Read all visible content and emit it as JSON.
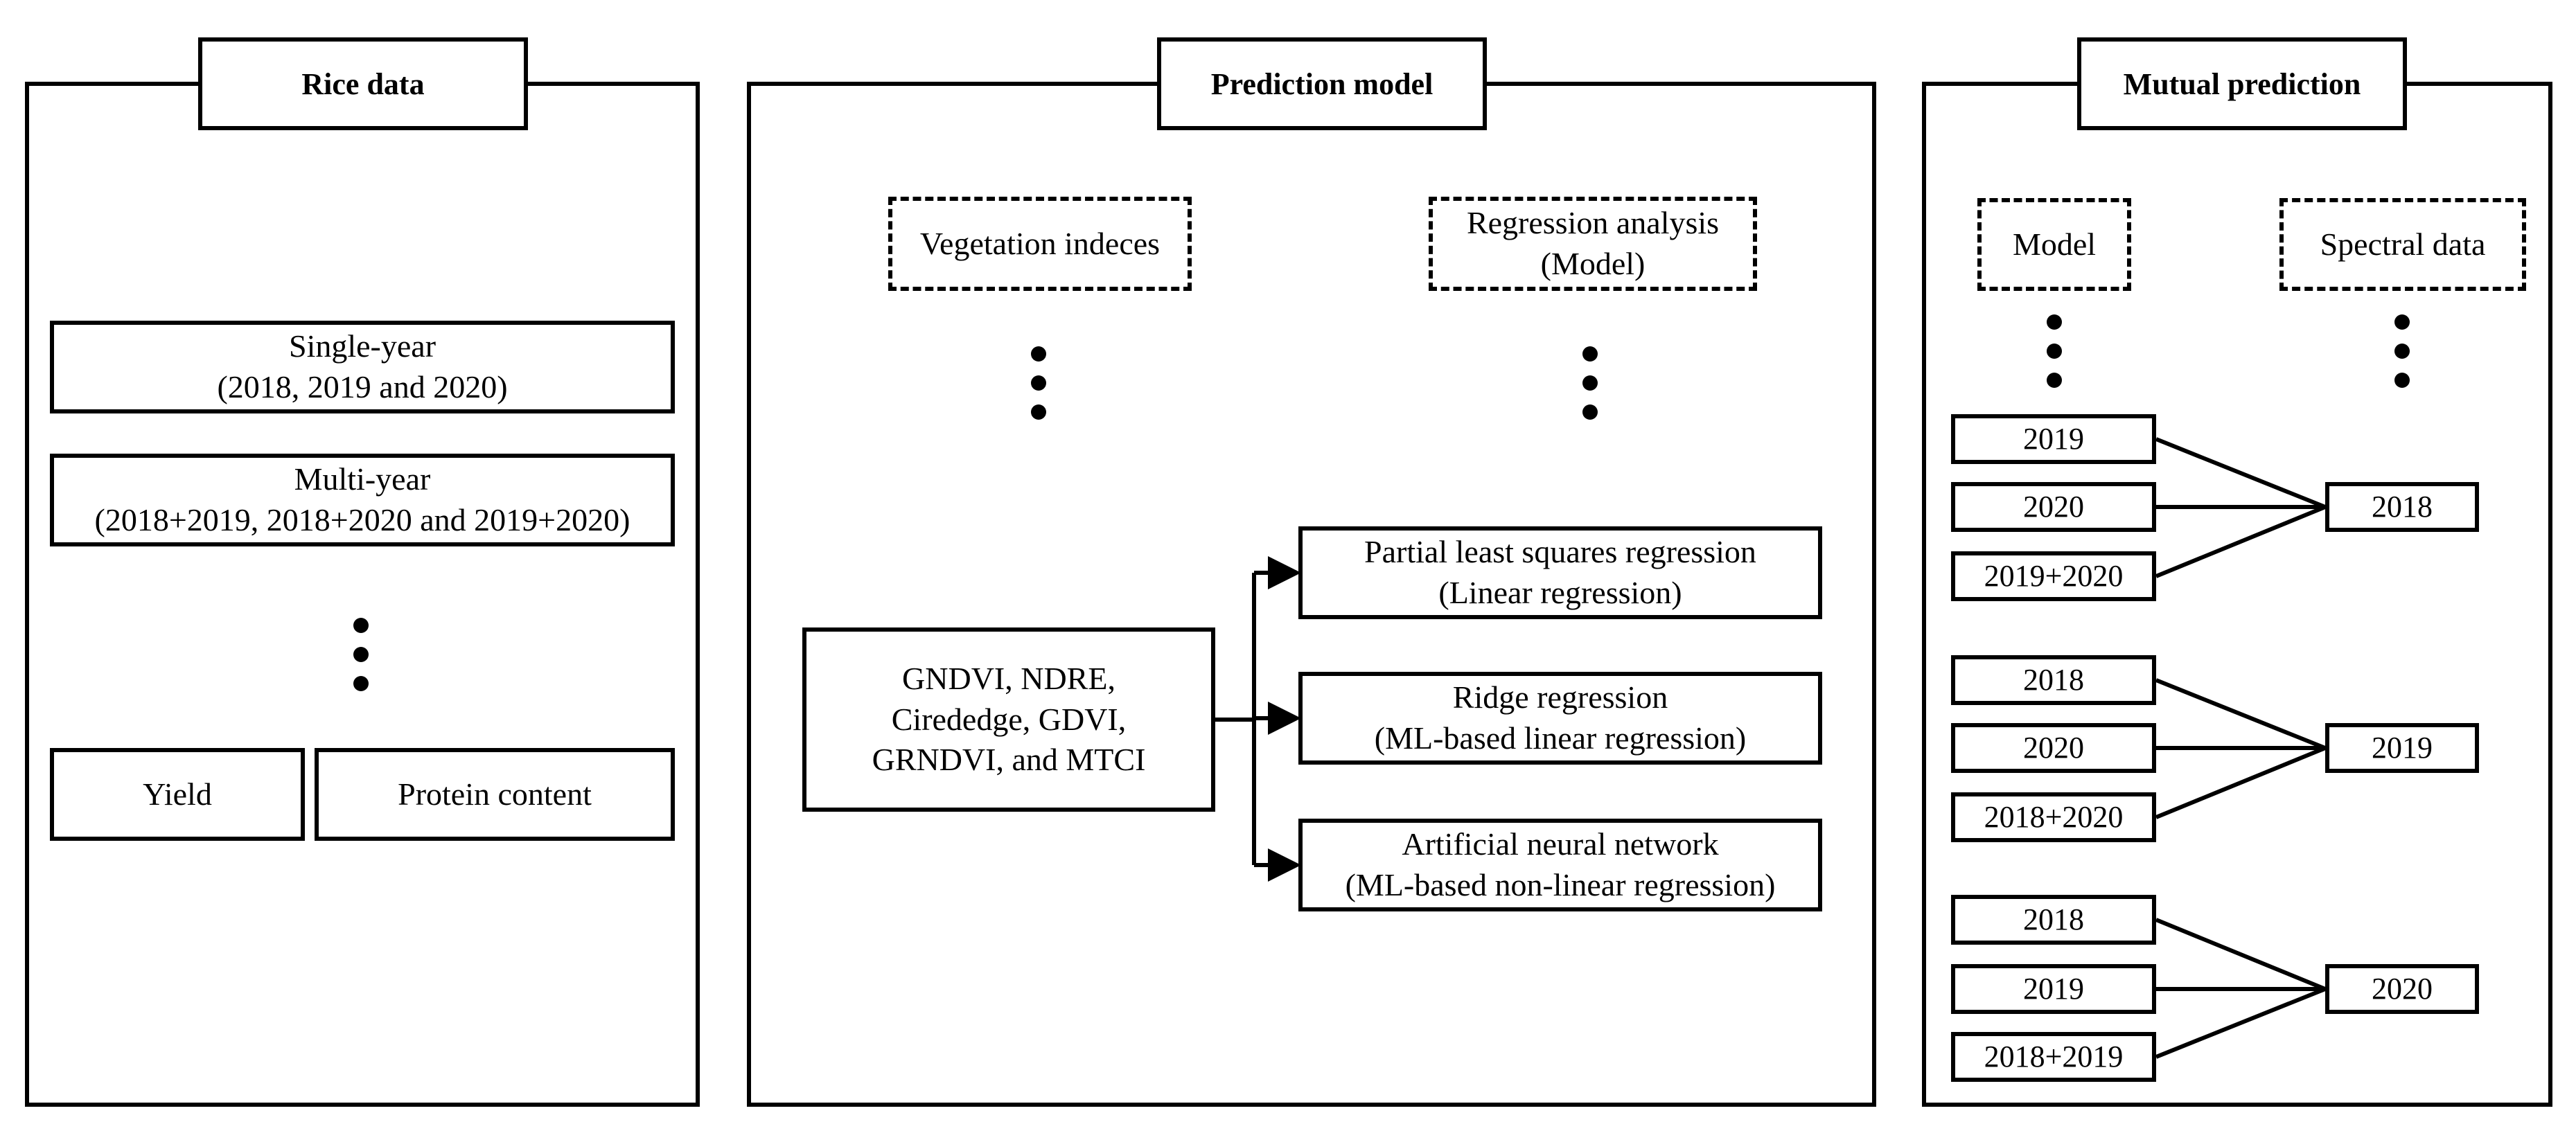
{
  "rice_data": {
    "title": "Rice data",
    "single_year": "Single-year\n(2018, 2019 and 2020)",
    "multi_year": "Multi-year\n(2018+2019, 2018+2020 and 2019+2020)",
    "yield": "Yield",
    "protein": "Protein content"
  },
  "prediction_model": {
    "title": "Prediction model",
    "veg_header": "Vegetation indeces",
    "reg_header": "Regression analysis\n(Model)",
    "indices": "GNDVI, NDRE,\nCirededge, GDVI,\nGRNDVI, and MTCI",
    "models": [
      "Partial least squares regression\n(Linear regression)",
      "Ridge regression\n(ML-based linear regression)",
      "Artificial neural network\n(ML-based non-linear regression)"
    ]
  },
  "mutual_prediction": {
    "title": "Mutual prediction",
    "model_header": "Model",
    "spectral_header": "Spectral data",
    "groups": [
      {
        "inputs": [
          "2019",
          "2020",
          "2019+2020"
        ],
        "target": "2018"
      },
      {
        "inputs": [
          "2018",
          "2020",
          "2018+2020"
        ],
        "target": "2019"
      },
      {
        "inputs": [
          "2018",
          "2019",
          "2018+2019"
        ],
        "target": "2020"
      }
    ]
  }
}
